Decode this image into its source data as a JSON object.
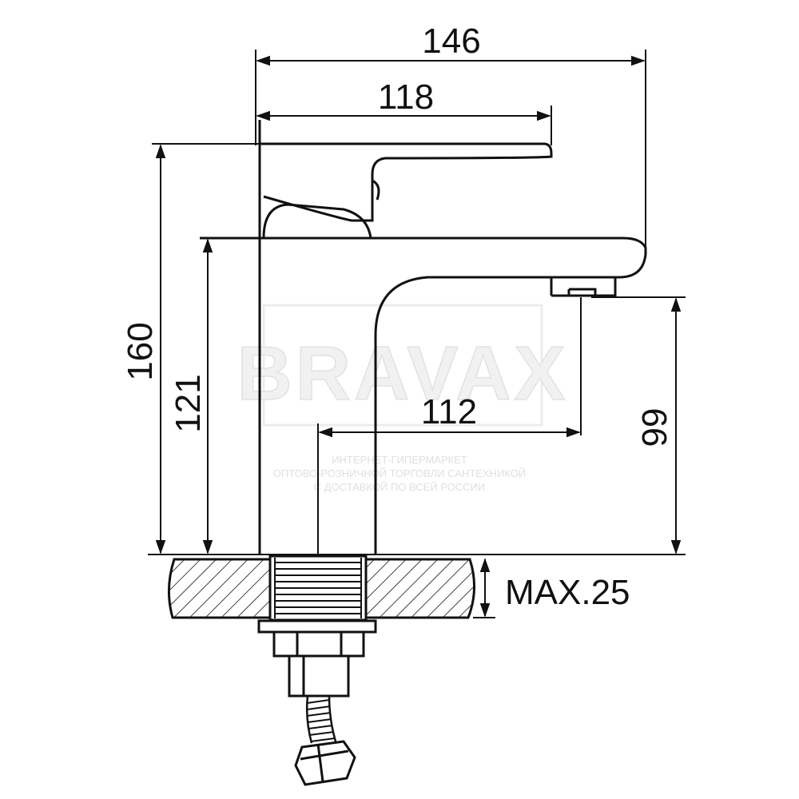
{
  "watermark": {
    "brand": "BRAVAX",
    "lines": [
      "ИНТЕРНЕТ-ГИПЕРМАРКЕТ",
      "ОПТОВО-РОЗНИЧНОЙ ТОРГОВЛИ САНТЕХНИКОЙ",
      "С ДОСТАВКОЙ ПО ВСЕЙ РОССИИ"
    ]
  },
  "dimensions": {
    "overall_width": "146",
    "handle_width": "118",
    "overall_height": "160",
    "spout_height": "121",
    "spout_reach": "112",
    "outlet_height": "99",
    "max_thickness": "MAX.25"
  },
  "colors": {
    "line": "#111111",
    "watermark": "#e0e0e0",
    "background": "#ffffff"
  }
}
